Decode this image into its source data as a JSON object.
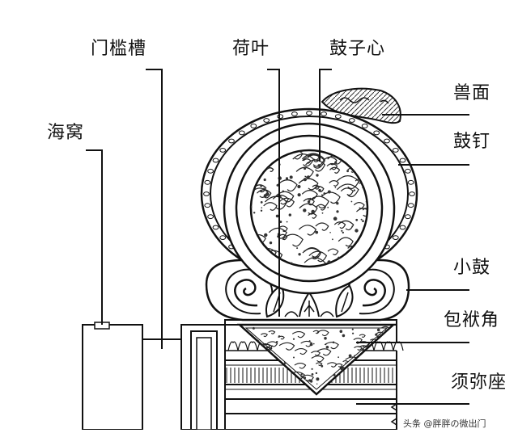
{
  "labels": {
    "menkancao": "门槛槽",
    "heye": "荷叶",
    "guzixin": "鼓子心",
    "haiwo": "海窝",
    "shoumian": "兽面",
    "guding": "鼓钉",
    "xiaogu": "小鼓",
    "baofujiao": "包袱角",
    "xumizuo": "须弥座"
  },
  "watermark": "头条 @胖胖の微出门"
}
